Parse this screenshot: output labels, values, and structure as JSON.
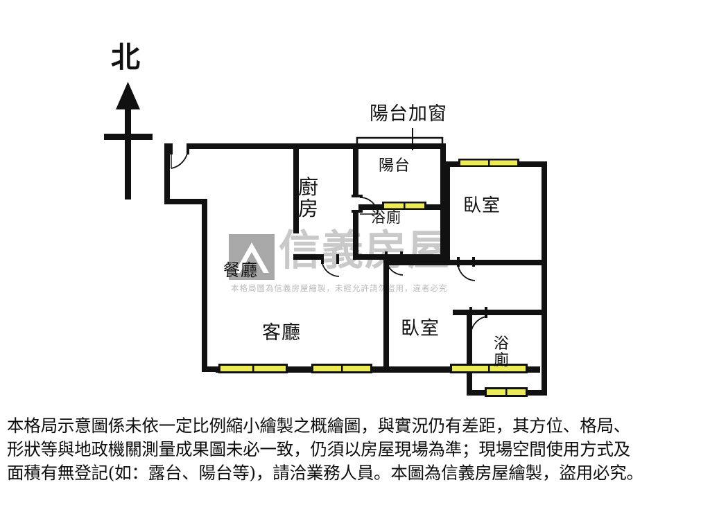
{
  "document": {
    "type": "floor-plan",
    "language": "zh-TW"
  },
  "compass": {
    "label": "北",
    "icon": "north-arrow-icon",
    "direction": "up"
  },
  "annotations": [
    {
      "id": "balcony-window",
      "label": "陽台加窗",
      "leader_line": true
    }
  ],
  "rooms": [
    {
      "id": "kitchen",
      "label": "廚\n房",
      "name_roman": "kitchen"
    },
    {
      "id": "balcony",
      "label": "陽台",
      "name_roman": "balcony"
    },
    {
      "id": "bathroom-1",
      "label": "浴廁",
      "name_roman": "bathroom"
    },
    {
      "id": "bedroom-1",
      "label": "臥室",
      "name_roman": "bedroom"
    },
    {
      "id": "dining",
      "label": "餐廳",
      "name_roman": "dining-room"
    },
    {
      "id": "living",
      "label": "客廳",
      "name_roman": "living-room"
    },
    {
      "id": "bedroom-2",
      "label": "臥室",
      "name_roman": "bedroom"
    },
    {
      "id": "bathroom-2",
      "label": "浴\n廁",
      "name_roman": "bathroom"
    }
  ],
  "watermark": {
    "brand": "信義房屋",
    "notice": "本格局圖為信義房屋繪製，未經允許請勿盜用，違者必究",
    "logo": "shinyi-house-logo-icon"
  },
  "disclaimer": {
    "line1": "本格局示意圖係未依一定比例縮小繪製之概繪圖，與實況仍有差距，其方位、格局、",
    "line2": "形狀等與地政機關測量成果圖未必一致，仍須以房屋現場為準；現場空間使用方式及",
    "line3": "面積有無登記(如：露台、陽台等)，請洽業務人員。本圖為信義房屋繪製，盜用必究。"
  },
  "colors": {
    "wall": "#111111",
    "window_fill": "#ebeb55",
    "window_border": "#111111",
    "background": "#ffffff",
    "watermark_gray": "#c9c9c9",
    "thin_line": "#111111"
  },
  "legend": {
    "window_count": 6,
    "door_count": 6
  }
}
